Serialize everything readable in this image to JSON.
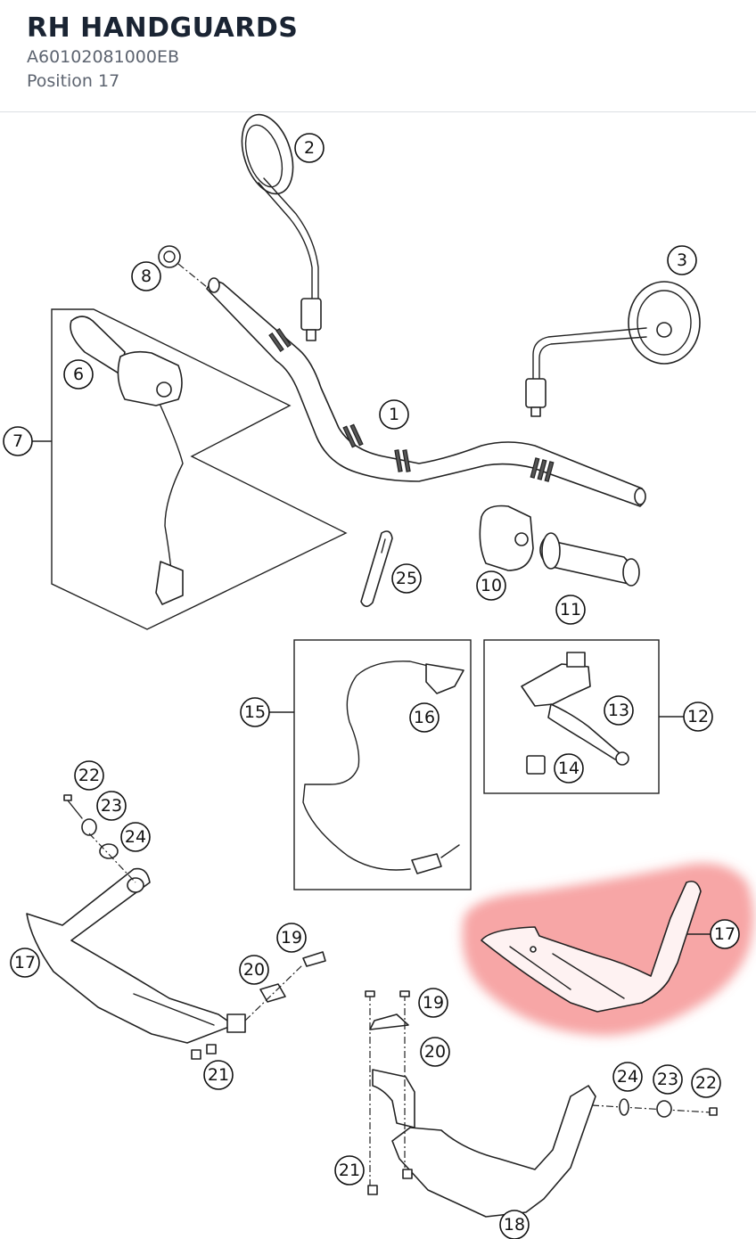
{
  "header": {
    "title": "RH HANDGUARDS",
    "part_number": "A60102081000EB",
    "position": "Position 17"
  },
  "highlight": {
    "position": "17",
    "color": "#f26b6b"
  },
  "callouts": {
    "c1": "1",
    "c2": "2",
    "c3": "3",
    "c6": "6",
    "c7": "7",
    "c8": "8",
    "c10": "10",
    "c11": "11",
    "c12": "12",
    "c13": "13",
    "c14": "14",
    "c15": "15",
    "c16": "16",
    "c17a": "17",
    "c17b": "17",
    "c18": "18",
    "c19a": "19",
    "c19b": "19",
    "c20a": "20",
    "c20b": "20",
    "c21a": "21",
    "c21b": "21",
    "c22a": "22",
    "c22b": "22",
    "c23a": "23",
    "c23b": "23",
    "c24a": "24",
    "c24b": "24",
    "c25": "25"
  }
}
